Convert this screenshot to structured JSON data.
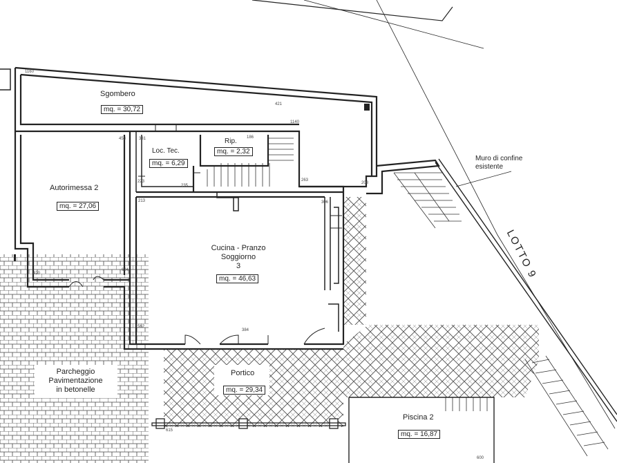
{
  "rooms": {
    "sgombero": {
      "name": "Sgombero",
      "area": "mq. = 30,72"
    },
    "loc_tec": {
      "name": "Loc. Tec.",
      "area": "mq. = 6,29"
    },
    "rip": {
      "name": "Rip.",
      "area": "mq. = 2,32"
    },
    "autorimessa": {
      "name": "Autorimessa 2",
      "area": "mq. = 27,06"
    },
    "cucina": {
      "name_line1": "Cucina - Pranzo",
      "name_line2": "Soggiorno",
      "name_line3": "3",
      "area": "mq. = 46,63"
    },
    "portico": {
      "name": "Portico",
      "area": "mq. = 29,34"
    },
    "piscina": {
      "name": "Piscina 2",
      "area": "mq. = 16,87"
    },
    "parcheggio": {
      "line1": "Parcheggio",
      "line2": "Pavimentazione",
      "line3": "in betonelle"
    }
  },
  "annotations": {
    "muro_line1": "Muro di confine",
    "muro_line2": "esistente",
    "lotto": "LOTTO 9"
  },
  "dimensions": {
    "d1": "1160",
    "d2": "421",
    "d3": "1140",
    "d4": "331",
    "d5": "186",
    "d6": "453",
    "d7": "223",
    "d8": "235",
    "d9": "213",
    "d10": "306",
    "d11": "384",
    "d12": "562",
    "d13": "615",
    "d14": "600",
    "d15": "420",
    "d16": "684",
    "d17": "208",
    "d18": "263"
  }
}
